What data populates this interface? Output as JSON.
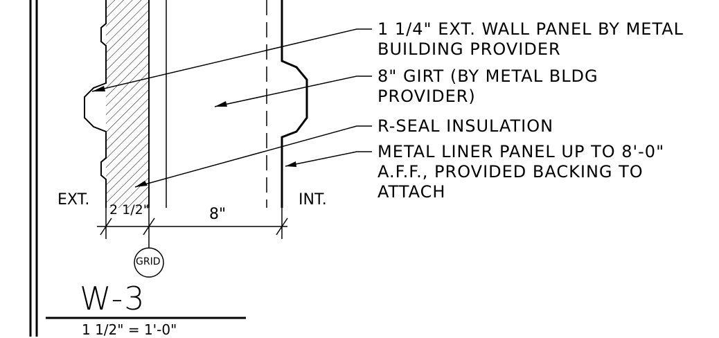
{
  "notes": [
    {
      "lines": [
        "1 1/4\" EXT. WALL PANEL BY METAL",
        "BUILDING PROVIDER"
      ]
    },
    {
      "lines": [
        "8\" GIRT (BY METAL BLDG",
        "PROVIDER)"
      ]
    },
    {
      "lines": [
        "R-SEAL INSULATION"
      ]
    },
    {
      "lines": [
        "METAL LINER PANEL UP TO 8'-0\"",
        "A.F.F., PROVIDED BACKING TO",
        "ATTACH"
      ]
    }
  ],
  "labels": {
    "exterior": "EXT.",
    "interior": "INT.",
    "dim_left": "2 1/2\"",
    "dim_right": "8\"",
    "grid_bubble": "GRID"
  },
  "title_block": {
    "detail_id": "W-3",
    "scale": "1 1/2\" = 1'-0\""
  }
}
